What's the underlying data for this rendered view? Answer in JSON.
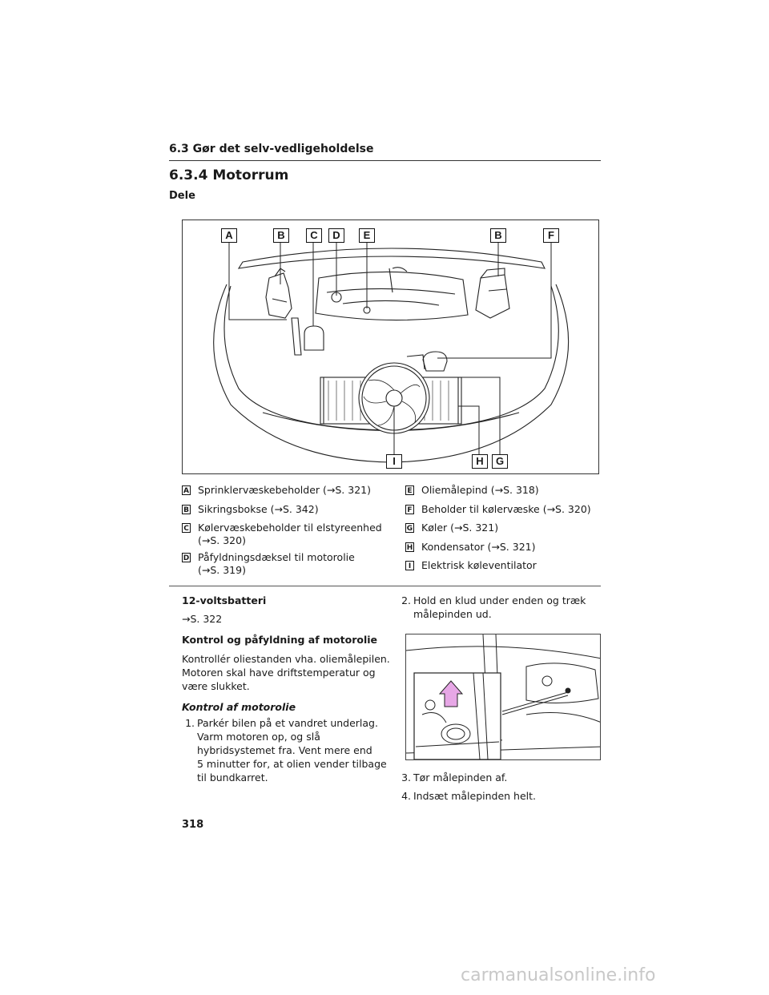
{
  "header": {
    "section": "6.3 Gør det selv-vedligeholdelse"
  },
  "title": "6.3.4 Motorrum",
  "subtitle": "Dele",
  "figure": {
    "labels_top": [
      "A",
      "B",
      "C",
      "D",
      "E",
      "B",
      "F"
    ],
    "labels_bottom": [
      "I",
      "H",
      "G"
    ]
  },
  "legend": {
    "left": [
      {
        "key": "A",
        "text": "Sprinklervæskebeholder (→S. 321)"
      },
      {
        "key": "B",
        "text": "Sikringsbokse (→S. 342)"
      },
      {
        "key": "C",
        "text": "Kølervæskebeholder til elstyreenhed\n(→S. 320)"
      },
      {
        "key": "D",
        "text": "Påfyldningsdæksel til motorolie\n(→S. 319)"
      }
    ],
    "right": [
      {
        "key": "E",
        "text": "Oliemålepind (→S. 318)"
      },
      {
        "key": "F",
        "text": "Beholder til kølervæske (→S. 320)"
      },
      {
        "key": "G",
        "text": "Køler (→S. 321)"
      },
      {
        "key": "H",
        "text": "Kondensator (→S. 321)"
      },
      {
        "key": "I",
        "text": "Elektrisk køleventilator"
      }
    ]
  },
  "battery": {
    "heading": "12-voltsbatteri",
    "ref": "→S. 322"
  },
  "oil": {
    "heading": "Kontrol og påfyldning af motorolie",
    "intro": "Kontrollér oliestanden vha. oliemålepilen.\nMotoren skal have driftstemperatur og\nvære slukket.",
    "subheading": "Kontrol af motorolie",
    "steps": [
      {
        "num": "1.",
        "text": "Parkér bilen på et vandret underlag.\nVarm motoren op, og slå\nhybridsystemet fra. Vent mere end\n5 minutter for, at olien vender tilbage\ntil bundkarret."
      },
      {
        "num": "2.",
        "text": "Hold en klud under enden og træk\nmålepinden ud."
      },
      {
        "num": "3.",
        "text": "Tør målepinden af."
      },
      {
        "num": "4.",
        "text": "Indsæt målepinden helt."
      }
    ]
  },
  "page_number": "318",
  "watermark": "carmanualsonline.info"
}
